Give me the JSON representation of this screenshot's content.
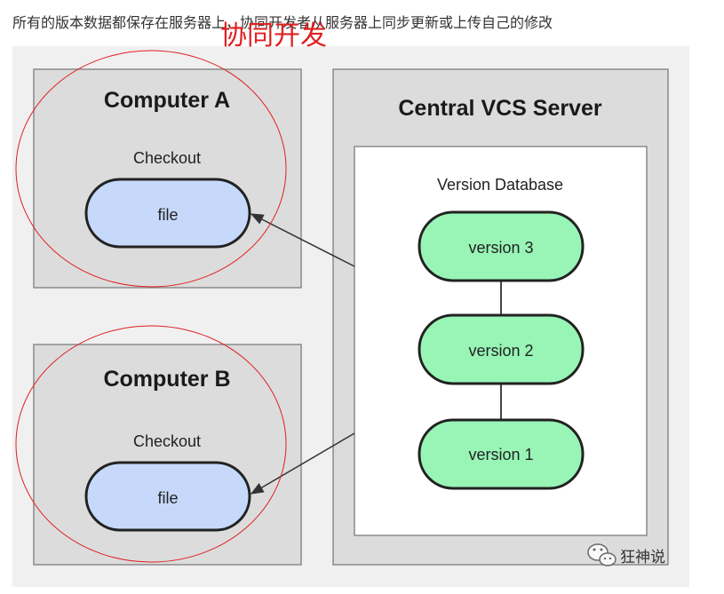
{
  "caption": "所有的版本数据都保存在服务器上，协同开发者从服务器上同步更新或上传自己的修改",
  "annotation": "协同开发",
  "computers": [
    {
      "title": "Computer A",
      "checkout_label": "Checkout",
      "file_label": "file"
    },
    {
      "title": "Computer B",
      "checkout_label": "Checkout",
      "file_label": "file"
    }
  ],
  "server": {
    "title": "Central VCS Server",
    "database_label": "Version Database",
    "versions": [
      "version 3",
      "version 2",
      "version 1"
    ]
  },
  "watermark": "狂神说",
  "colors": {
    "panel_bg": "#f0f0f0",
    "box_bg": "#dcdcdc",
    "file_fill": "#c6d9fb",
    "version_fill": "#98f5b6",
    "annotation_red": "#e02020"
  }
}
